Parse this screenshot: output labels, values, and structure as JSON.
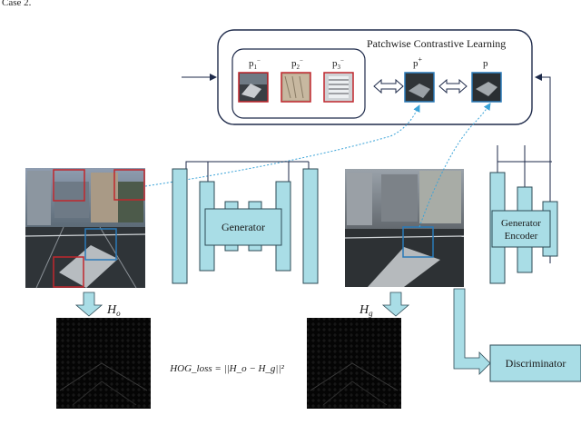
{
  "top_fragment": "Case 2.",
  "contrastive": {
    "title": "Patchwise Contrastive Learning",
    "negatives": [
      {
        "label": "p",
        "sub": "1",
        "sup": "−"
      },
      {
        "label": "p",
        "sub": "2",
        "sup": "−"
      },
      {
        "label": "p",
        "sub": "3",
        "sup": "−"
      }
    ],
    "positive": {
      "label": "p",
      "sup": "+"
    },
    "query": {
      "label": "p"
    }
  },
  "generator": {
    "label": "Generator"
  },
  "encoder": {
    "label_line1": "Generator",
    "label_line2": "Encoder"
  },
  "discriminator": {
    "label": "Discriminator"
  },
  "hog": {
    "original_label": "H",
    "original_sub": "o",
    "generated_label": "H",
    "generated_sub": "g",
    "loss_equation": "HOG_loss = ||H_o − H_g||²"
  },
  "colors": {
    "block_fill": "#a9dde6",
    "block_stroke": "#2d4a55",
    "patch_red": "#c0272d",
    "patch_blue": "#2a7ab8",
    "arrow_blue": "#3aa3d8",
    "panel_border": "#1e2a4a"
  }
}
